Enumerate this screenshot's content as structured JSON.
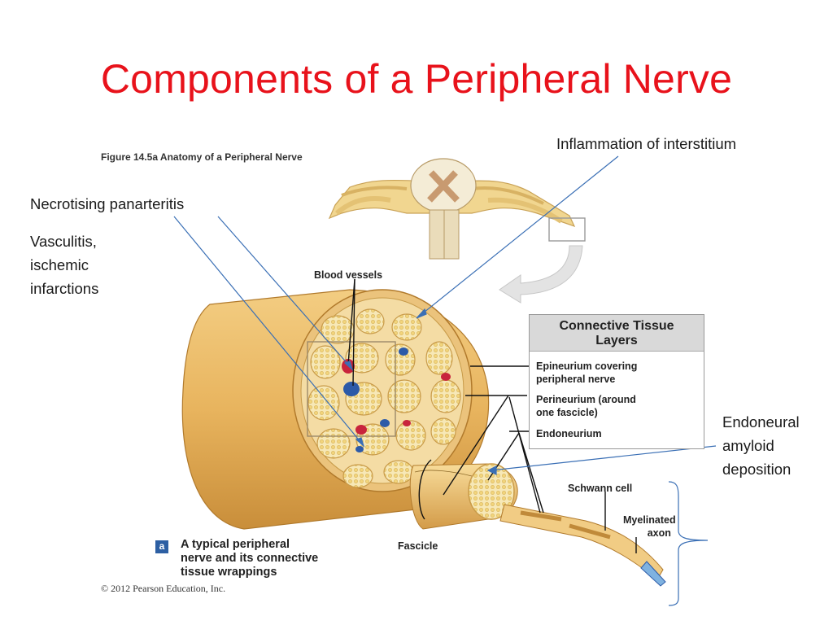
{
  "slide": {
    "title": "Components of a Peripheral Nerve"
  },
  "figure": {
    "heading": "Figure 14.5a  Anatomy of a Peripheral Nerve",
    "labels": {
      "blood_vessels": "Blood vessels",
      "schwann_cell": "Schwann cell",
      "myelinated_axon_1": "Myelinated",
      "myelinated_axon_2": "axon",
      "fascicle": "Fascicle"
    },
    "legend": {
      "title_1": "Connective Tissue",
      "title_2": "Layers",
      "epineurium_1": "Epineurium covering",
      "epineurium_2": "peripheral nerve",
      "perineurium_1": "Perineurium (around",
      "perineurium_2": "one fascicle)",
      "endoneurium": "Endoneurium"
    },
    "caption": {
      "badge": "a",
      "line_1": "A typical peripheral",
      "line_2": "nerve and its connective",
      "line_3": "tissue wrappings"
    },
    "copyright": "© 2012 Pearson Education, Inc."
  },
  "callouts": {
    "inflammation": "Inflammation of interstitium",
    "necrotising": "Necrotising panarteritis",
    "vasculitis_1": "Vasculitis,",
    "vasculitis_2": "ischemic",
    "vasculitis_3": "infarctions",
    "endoneural_1": "Endoneural",
    "endoneural_2": "amyloid",
    "endoneural_3": "deposition"
  },
  "colors": {
    "title": "#e8121b",
    "arrow": "#3a6fb5",
    "nerve": "#e7b563",
    "nerve_dark": "#c98e3a",
    "fascicle_fill": "#f6e6b2",
    "vessel_red": "#c8243c",
    "vessel_blue": "#2c5aa8"
  }
}
